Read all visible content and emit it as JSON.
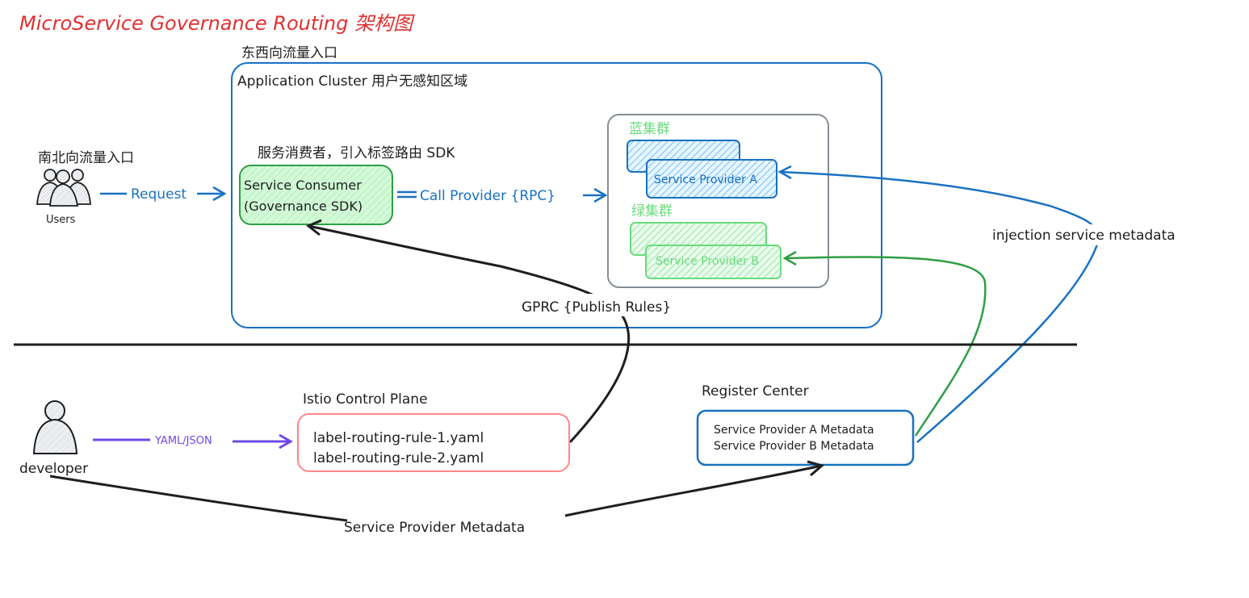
{
  "title": "MicroService Governance Routing 架构图",
  "colors": {
    "title": "#e03131",
    "blue": "#1971c2",
    "green": "#2f9e44",
    "lightgreen": "#69db7c",
    "red": "#ff8787",
    "purple": "#7048e8",
    "gray": "#868e96",
    "ink": "#1e1e1e"
  },
  "labels": {
    "east_west_entry": "东西向流量入口",
    "cluster_title": "Application Cluster 用户无感知区域",
    "north_south_entry": "南北向流量入口",
    "users": "Users",
    "request": "Request",
    "consumer_caption": "服务消费者，引入标签路由 SDK",
    "consumer_line1": "Service Consumer",
    "consumer_line2": "(Governance SDK)",
    "call_provider": "Call Provider {RPC}",
    "blue_cluster": "蓝集群",
    "provider_a": "Service Provider A",
    "green_cluster": "绿集群",
    "provider_b": "Service Provider B",
    "grpc_publish": "GPRC  {Publish Rules}",
    "injection": "injection service metadata",
    "developer": "developer",
    "yaml_json": "YAML/JSON",
    "istio_title": "Istio Control Plane",
    "rule1": "label-routing-rule-1.yaml",
    "rule2": "label-routing-rule-2.yaml",
    "register_title": "Register Center",
    "metadata_a": "Service Provider A Metadata",
    "metadata_b": "Service Provider B Metadata",
    "provider_metadata": "Service Provider Metadata"
  }
}
